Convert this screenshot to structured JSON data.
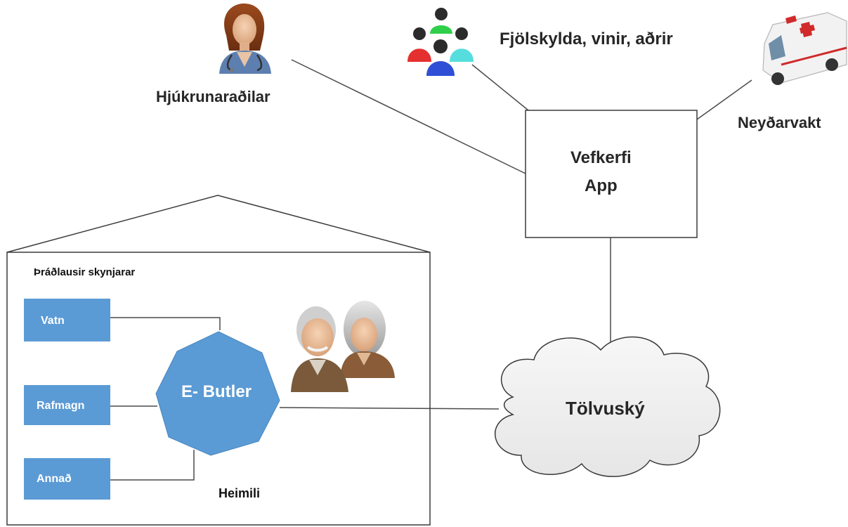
{
  "actors": {
    "nurses": "Hjúkrunaraðilar",
    "family": "Fjölskylda, vinir, aðrir",
    "emergency": "Neyðarvakt"
  },
  "web_system": {
    "line1": "Vefkerfi",
    "line2": "App"
  },
  "cloud": "Tölvuský",
  "home": {
    "sensors_title": "Þráðlausir skynjarar",
    "sensors": [
      "Vatn",
      "Rafmagn",
      "Annað"
    ],
    "hub": "E- Butler",
    "label": "Heimili"
  },
  "colors": {
    "sensor_fill": "#5b9bd5",
    "hub_fill": "#5b9bd5",
    "line": "#444444",
    "cloud_fill": "#f2f2f2"
  },
  "icons": [
    "nurse-icon",
    "family-group-icon",
    "ambulance-icon",
    "elderly-couple-icon"
  ]
}
